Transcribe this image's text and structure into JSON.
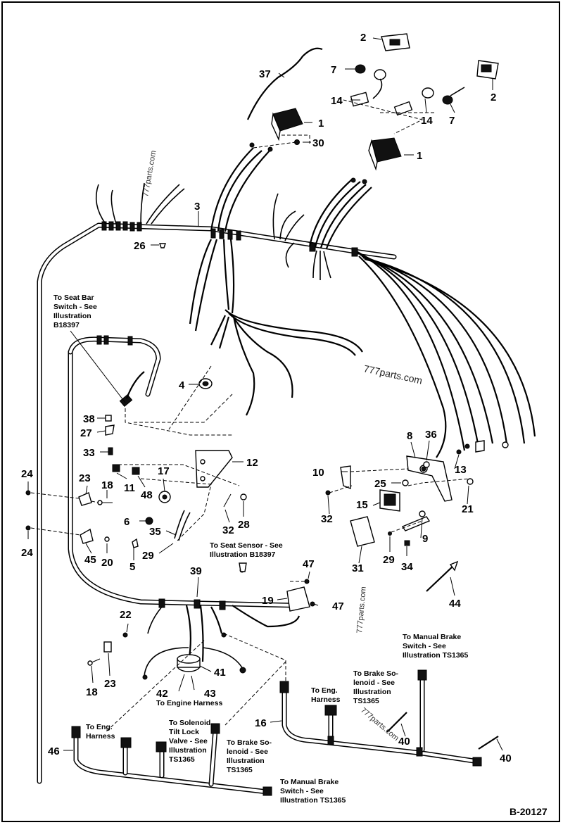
{
  "diagram_code": "B-20127",
  "watermarks": [
    "777parts.com",
    "777parts.com",
    "777parts.com",
    "777parts.com"
  ],
  "callouts": {
    "c1a": "1",
    "c1b": "1",
    "c2a": "2",
    "c2b": "2",
    "c3": "3",
    "c4": "4",
    "c5": "5",
    "c6": "6",
    "c7a": "7",
    "c7b": "7",
    "c8": "8",
    "c9": "9",
    "c10": "10",
    "c11": "11",
    "c12": "12",
    "c13": "13",
    "c14a": "14",
    "c14b": "14",
    "c15": "15",
    "c16": "16",
    "c17": "17",
    "c18a": "18",
    "c18b": "18",
    "c19": "19",
    "c20": "20",
    "c21": "21",
    "c22": "22",
    "c23a": "23",
    "c23b": "23",
    "c24a": "24",
    "c24b": "24",
    "c25": "25",
    "c26": "26",
    "c27": "27",
    "c28": "28",
    "c29a": "29",
    "c29b": "29",
    "c30": "30",
    "c31": "31",
    "c32a": "32",
    "c32b": "32",
    "c33": "33",
    "c34": "34",
    "c35": "35",
    "c36": "36",
    "c37": "37",
    "c38": "38",
    "c39": "39",
    "c40a": "40",
    "c40b": "40",
    "c41": "41",
    "c42": "42",
    "c43": "43",
    "c44": "44",
    "c45": "45",
    "c46": "46",
    "c47a": "47",
    "c47b": "47",
    "c48": "48"
  },
  "notes": {
    "seat_bar": [
      "To Seat Bar",
      "Switch - See",
      "Illustration",
      "B18397"
    ],
    "seat_sensor": [
      "To Seat Sensor - See",
      "Illustration B18397"
    ],
    "engine_harness": "To Engine Harness",
    "eng_harness_a": [
      "To Eng.",
      "Harness"
    ],
    "eng_harness_b": [
      "To Eng.",
      "Harness"
    ],
    "brake_sol_a": [
      "To Brake So-",
      "lenoid - See",
      "Illustration",
      "TS1365"
    ],
    "brake_sol_b": [
      "To Brake So-",
      "lenoid - See",
      "Illustration",
      "TS1365"
    ],
    "manual_brake_a": [
      "To Manual Brake",
      "Switch - See",
      "Illustration TS1365"
    ],
    "manual_brake_b": [
      "To Manual Brake",
      "Switch - See",
      "Illustration TS1365"
    ],
    "solenoid_tilt": [
      "To Solenoid",
      "Tilt Lock",
      "Valve - See",
      "Illustration",
      "TS1365"
    ]
  }
}
